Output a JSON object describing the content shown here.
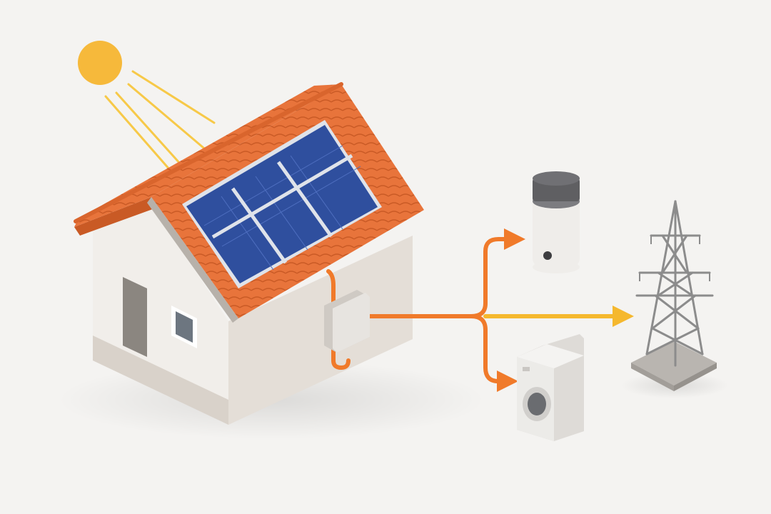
{
  "colors": {
    "background": "#f4f3f1",
    "sun": "#f6b93b",
    "sun_ray": "#f7c948",
    "roof_tile": "#e8743b",
    "roof_tile_dark": "#c95a25",
    "roof_ridge": "#d9652d",
    "wall_front": "#f1eeea",
    "wall_side": "#e4ded7",
    "wall_base": "#d9d2ca",
    "door": "#8b8680",
    "window_glass": "#6d7680",
    "solar_panel": "#2f4f9e",
    "solar_panel_grid": "#4f6fc0",
    "solar_frame": "#dfe3ea",
    "inverter": "#e7e4e0",
    "cable_orange": "#f07a2a",
    "cable_yellow": "#f5b82e",
    "boiler_body": "#efedea",
    "boiler_cap": "#5f5f62",
    "washer_body": "#ecebe8",
    "washer_door": "#6a6c70",
    "pylon": "#8c8c8c",
    "pylon_base": "#b9b5b0"
  },
  "icons": {
    "sun": "sun-icon",
    "house": "house-icon",
    "solar_panel": "solar-panel-icon",
    "inverter": "inverter-icon",
    "water_heater": "water-heater-icon",
    "washing_machine": "washing-machine-icon",
    "power_pylon": "power-pylon-icon"
  },
  "energy_flows": {
    "panel_to_inverter": "orange",
    "inverter_to_water_heater": "orange",
    "inverter_to_washing_machine": "orange",
    "inverter_to_grid": "yellow"
  }
}
